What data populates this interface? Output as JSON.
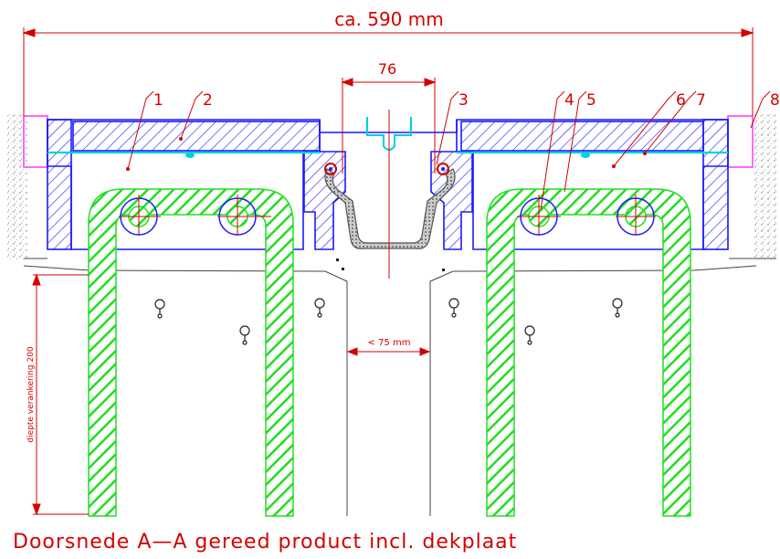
{
  "dimensions": {
    "overall_width": "ca. 590 mm",
    "top_gap": "76",
    "gap": "< 75 mm",
    "anchor_depth": "diepte verankering 200"
  },
  "callouts": [
    "1",
    "2",
    "3",
    "4",
    "5",
    "6",
    "7",
    "8"
  ],
  "caption": "Doorsnede A—A gereed product incl. dekplaat",
  "colors": {
    "dimension": "#d40000",
    "steel": "#1a1aff",
    "rebar": "#22dd22",
    "seal": "#00d0e0",
    "anchor_end": "#ff44ff",
    "concrete": "#888888"
  }
}
